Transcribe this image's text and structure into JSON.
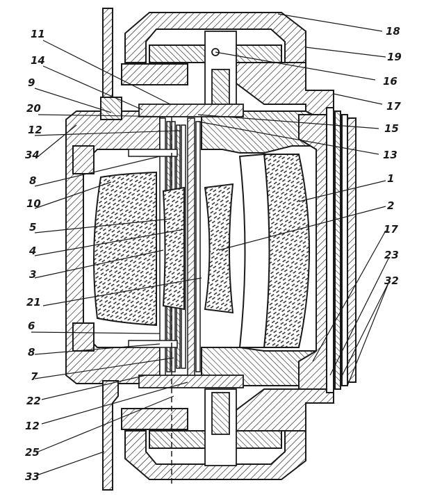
{
  "diagram": {
    "left_labels": [
      "11",
      "14",
      "9",
      "20",
      "12",
      "34",
      "8",
      "10",
      "5",
      "4",
      "3",
      "21",
      "6",
      "8",
      "7",
      "22",
      "12",
      "25",
      "33"
    ],
    "right_labels": [
      "18",
      "19",
      "16",
      "17",
      "15",
      "13",
      "1",
      "2",
      "17",
      "23",
      "32"
    ],
    "colors": {
      "ink": "#1a1a1a",
      "paper": "#ffffff",
      "glass": "#9a9a9a"
    }
  }
}
